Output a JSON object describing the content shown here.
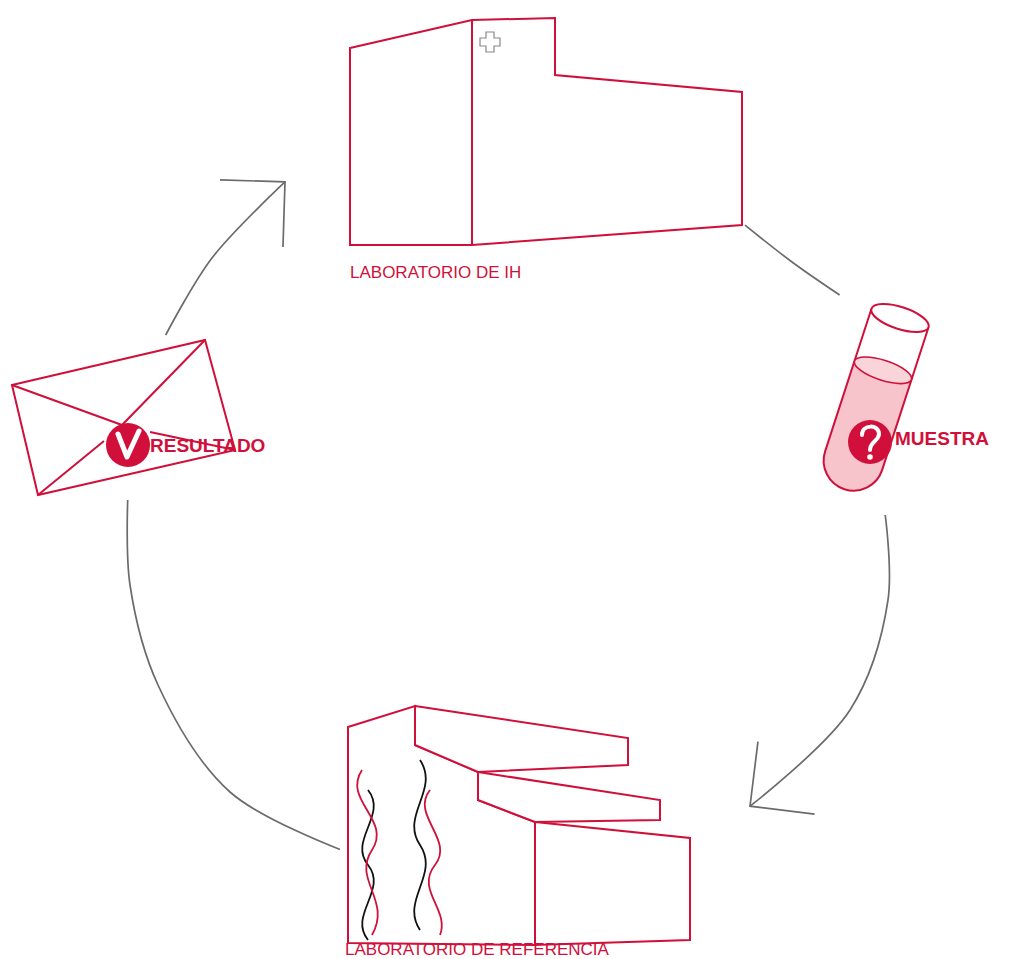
{
  "diagram": {
    "nodes": [
      {
        "text": [
          "LABORATORIO DE IH"
        ]
      },
      {
        "text": [
          "MUESTRA"
        ]
      },
      {
        "text": [
          "LABORATORIO DE REFERENCIA"
        ]
      },
      {
        "text": [
          "RESULTADO"
        ]
      }
    ],
    "edges": [
      {
        "from": 0,
        "to": 1,
        "arrow": "none"
      },
      {
        "from": 1,
        "to": 2,
        "arrow": "to"
      },
      {
        "from": 2,
        "to": 3,
        "arrow": "none"
      },
      {
        "from": 3,
        "to": 0,
        "arrow": "to"
      }
    ]
  }
}
